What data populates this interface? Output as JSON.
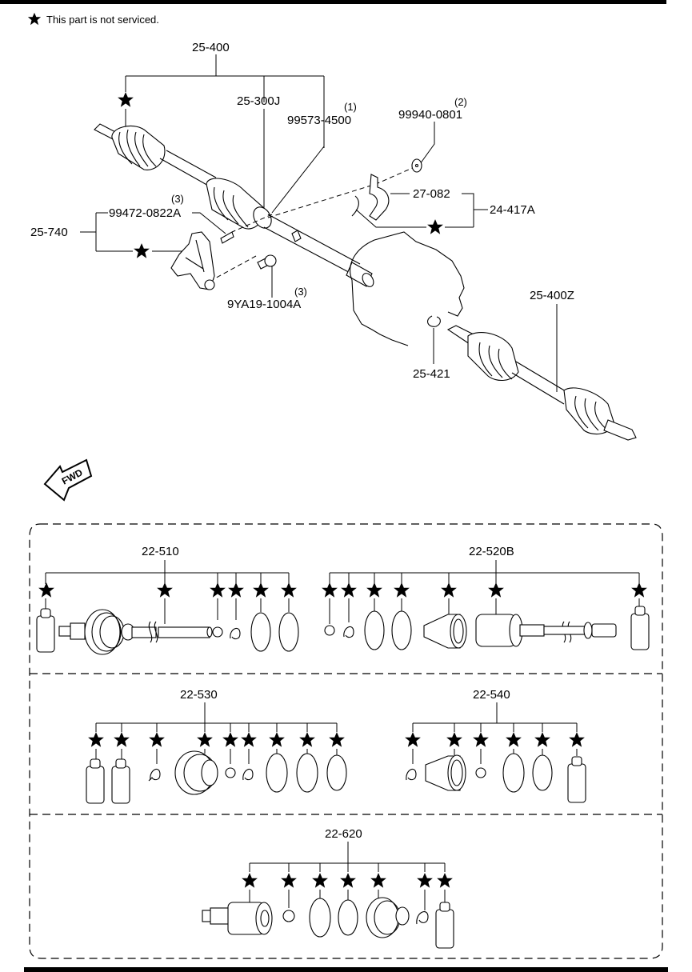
{
  "header": {
    "legend_text": "This part is not serviced.",
    "legend_icon": "star-icon"
  },
  "main_diagram": {
    "callouts": {
      "c25_400": "25-400",
      "c25_300J": "25-300J",
      "c99573": "99573-4500",
      "c99573_qty": "(1)",
      "c99940": "99940-0801",
      "c99940_qty": "(2)",
      "c27_082": "27-082",
      "c24_417A": "24-417A",
      "c99472": "99472-0822A",
      "c99472_qty": "(3)",
      "c25_740": "25-740",
      "c9YA19": "9YA19-1004A",
      "c9YA19_qty": "(3)",
      "c25_400Z": "25-400Z",
      "c25_421": "25-421"
    },
    "fwd_arrow_text": "FWD"
  },
  "kits": [
    {
      "id": "22-510",
      "items": [
        "grease",
        "outer-joint-shaft",
        "snap-ring",
        "clip",
        "boot-band-large",
        "boot-band-small"
      ]
    },
    {
      "id": "22-520B",
      "items": [
        "snap-ring",
        "clip",
        "boot-band-large",
        "boot-band-small",
        "boot",
        "inner-joint-shaft",
        "grease"
      ]
    },
    {
      "id": "22-530",
      "items": [
        "grease",
        "grease",
        "clip",
        "boot",
        "snap-ring",
        "clip",
        "boot-band",
        "boot-band-clamp",
        "boot-band-small"
      ]
    },
    {
      "id": "22-540",
      "items": [
        "clip",
        "boot",
        "snap-ring",
        "boot-band-large",
        "boot-band-small",
        "grease"
      ]
    },
    {
      "id": "22-620",
      "items": [
        "inner-joint-housing",
        "snap-ring",
        "boot-band-large",
        "boot-band-small",
        "boot",
        "clip",
        "grease"
      ]
    }
  ]
}
